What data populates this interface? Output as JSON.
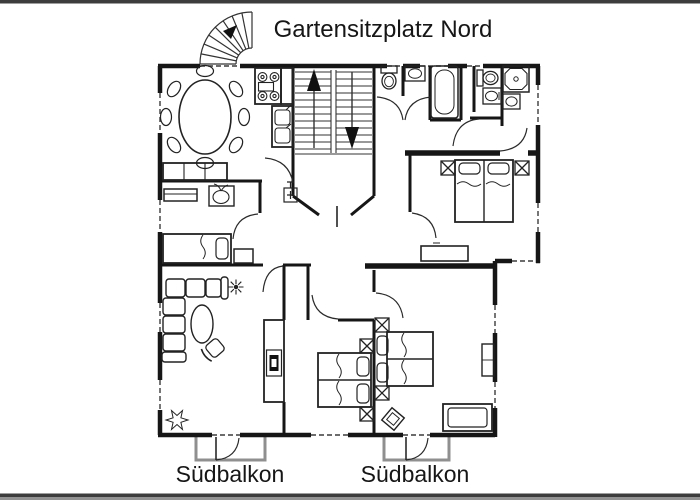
{
  "chrome": {
    "top_bar_color": "#3d3d3d",
    "bottom_bar_color": "#3d3d3d",
    "bottom_edge_color": "#929292"
  },
  "plan": {
    "title": "Gartensitzplatz Nord",
    "balcony_labels": [
      "Südbalkon",
      "Südbalkon"
    ],
    "colors": {
      "background": "#ffffff",
      "wall": "#161616",
      "window_dash": "#3c3c3c",
      "balcony_outline": "#8f8f8f",
      "furniture": "#222222"
    },
    "symbols": [
      "curved-entrance-stair",
      "staircase",
      "staircase-up-arrow",
      "staircase-down-arrow",
      "dining-table-with-chairs",
      "stove",
      "refrigerator",
      "kitchen-double-sink",
      "sideboard",
      "wall-shelf",
      "potted-plant-stand",
      "single-bed",
      "nightstand",
      "toilet",
      "washbasin",
      "bathtub",
      "shower",
      "double-bed",
      "bedside-table",
      "dresser",
      "l-shaped-sofa",
      "coffee-table",
      "armchair",
      "flower",
      "fireplace",
      "floor-plant",
      "stool",
      "bench",
      "radiator-shelf",
      "balcony",
      "balcony-door",
      "window",
      "interior-door",
      "doorbell-box"
    ]
  }
}
